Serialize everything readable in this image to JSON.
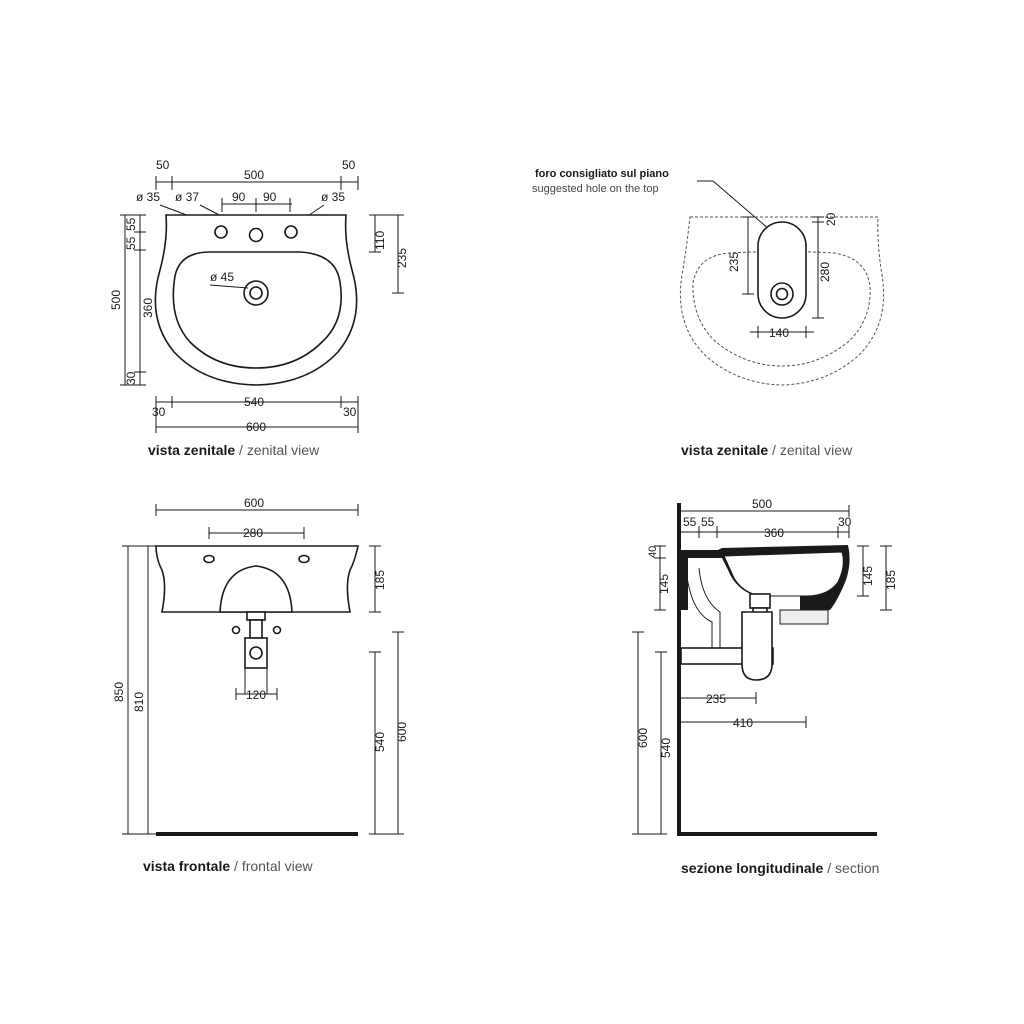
{
  "views": {
    "top_left": {
      "dims": {
        "top_left_margin": "50",
        "top_width": "500",
        "top_right_margin": "50",
        "hole_left": "ø 35",
        "hole_center": "ø 37",
        "hole_right": "ø 35",
        "spacing_left": "90",
        "spacing_right": "90",
        "left_55a": "55",
        "left_55b": "55",
        "left_500": "500",
        "left_360": "360",
        "left_30": "30",
        "drain": "ø 45",
        "right_110": "110",
        "right_235": "235",
        "bottom_30_left": "30",
        "bottom_540": "540",
        "bottom_30_right": "30",
        "bottom_600": "600"
      },
      "caption_it": "vista zenitale",
      "caption_sep": " / ",
      "caption_en": "zenital view"
    },
    "top_right": {
      "note_it": "foro consigliato sul piano",
      "note_en": "suggested hole on the top",
      "dims": {
        "d20": "20",
        "d235": "235",
        "d280": "280",
        "d140": "140"
      },
      "caption_it": "vista zenitale",
      "caption_sep": " / ",
      "caption_en": "zenital view"
    },
    "bottom_left": {
      "dims": {
        "width_600": "600",
        "holes_280": "280",
        "height_185": "185",
        "height_850": "850",
        "height_810": "810",
        "trap_120": "120",
        "height_540": "540",
        "height_600": "600"
      },
      "caption_it": "vista frontale",
      "caption_sep": " / ",
      "caption_en": "frontal view"
    },
    "bottom_right": {
      "dims": {
        "width_500": "500",
        "d55a": "55",
        "d55b": "55",
        "d360": "360",
        "d30": "30",
        "d40": "40",
        "d145_left": "145",
        "d145_right": "145",
        "d185": "185",
        "d235": "235",
        "d410": "410",
        "d600": "600",
        "d540": "540"
      },
      "caption_it": "sezione longitudinale",
      "caption_sep": " / ",
      "caption_en": "section"
    }
  }
}
